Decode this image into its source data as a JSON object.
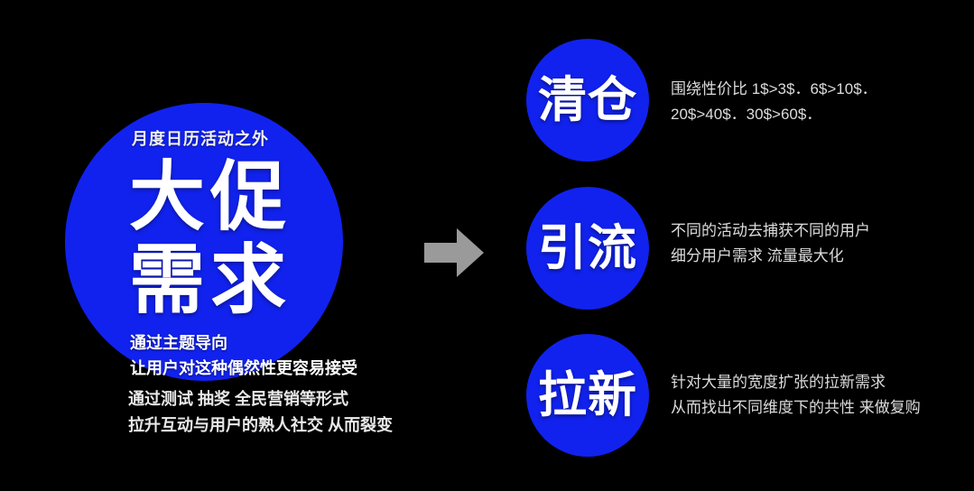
{
  "slide": {
    "background_color": "#000000",
    "accent_color": "#1122ee",
    "arrow_color": "#9a9a9a",
    "text_color": "#dcdcdc"
  },
  "hero": {
    "kicker": "月度日历活动之外",
    "title_line1": "大促",
    "title_line2": "需求",
    "sub_line1": "通过主题导向",
    "sub_line2": "让用户对这种偶然性更容易接受",
    "foot_line1": "通过测试 抽奖 全民营销等形式",
    "foot_line2": "拉升互动与用户的熟人社交 从而裂变"
  },
  "connector": {
    "icon": "arrow-right-icon"
  },
  "items": [
    {
      "label": "清仓",
      "desc_line1": "围绕性价比  1$>3$．6$>10$．",
      "desc_line2": "20$>40$．30$>60$．"
    },
    {
      "label": "引流",
      "desc_line1": "不同的活动去捕获不同的用户",
      "desc_line2": "细分用户需求  流量最大化"
    },
    {
      "label": "拉新",
      "desc_line1": "针对大量的宽度扩张的拉新需求",
      "desc_line2": "从而找出不同维度下的共性 来做复购"
    }
  ]
}
